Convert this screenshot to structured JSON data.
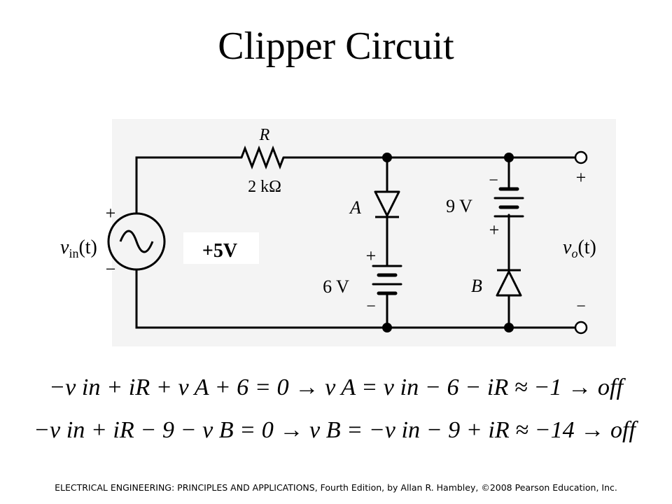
{
  "title": "Clipper Circuit",
  "circuit": {
    "resistor_name": "R",
    "resistor_value": "2 kΩ",
    "source_plus": "+",
    "source_minus": "−",
    "source_label": "v",
    "source_label_sub": "in",
    "source_label_tail": "(t)",
    "node_voltage_annotation": "+5V",
    "diode_a_label": "A",
    "battery_6v_label": "6 V",
    "battery_6v_plus": "+",
    "battery_6v_minus": "−",
    "battery_9v_label": "9 V",
    "battery_9v_minus": "−",
    "battery_9v_plus": "+",
    "diode_b_label": "B",
    "output_plus": "+",
    "output_minus": "−",
    "output_label": "v",
    "output_label_sub": "o",
    "output_label_tail": "(t)"
  },
  "equations": [
    {
      "text": "−v in + iR + v A + 6 = 0 → v A = v in − 6 − iR ≈ −1 → off"
    },
    {
      "text": "−v in + iR − 9 − v B = 0 → v B = −v in − 9 + iR ≈ −14 → off"
    }
  ],
  "footer": "ELECTRICAL ENGINEERING: PRINCIPLES AND APPLICATIONS, Fourth Edition, by Allan R. Hambley, ©2008 Pearson Education, Inc."
}
